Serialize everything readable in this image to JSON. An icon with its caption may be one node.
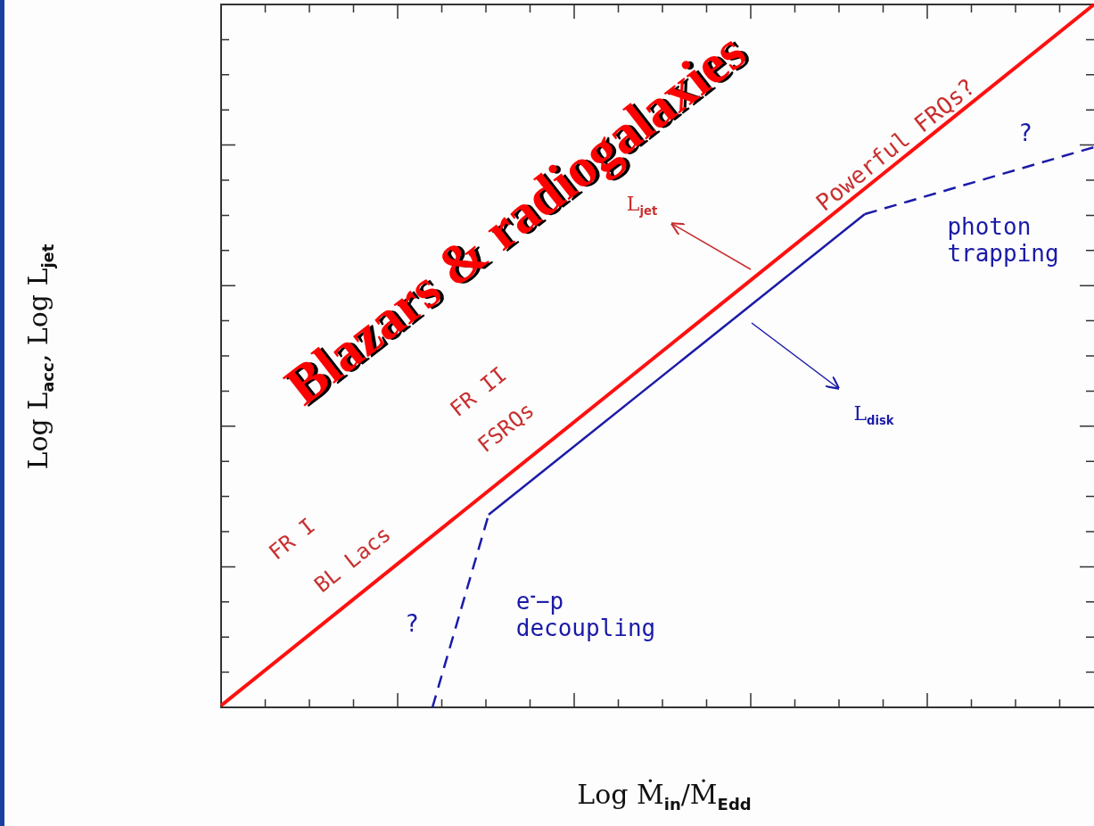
{
  "diagram": {
    "title": "Blazars & radiogalaxies",
    "labels": [
      "Powerful FRQs?",
      "L$_{jet}$",
      "?",
      "photon trapping",
      "L$_{disk}$",
      "FR II",
      "FSRQs",
      "FR I",
      "BL Lacs",
      "?",
      "e$^{-}$−p decoupling",
      "Log L$_{acc}$, Log L$_{jet}$",
      "Log Ṁ$_{in}$/Ṁ$_{Edd}$"
    ]
  }
}
